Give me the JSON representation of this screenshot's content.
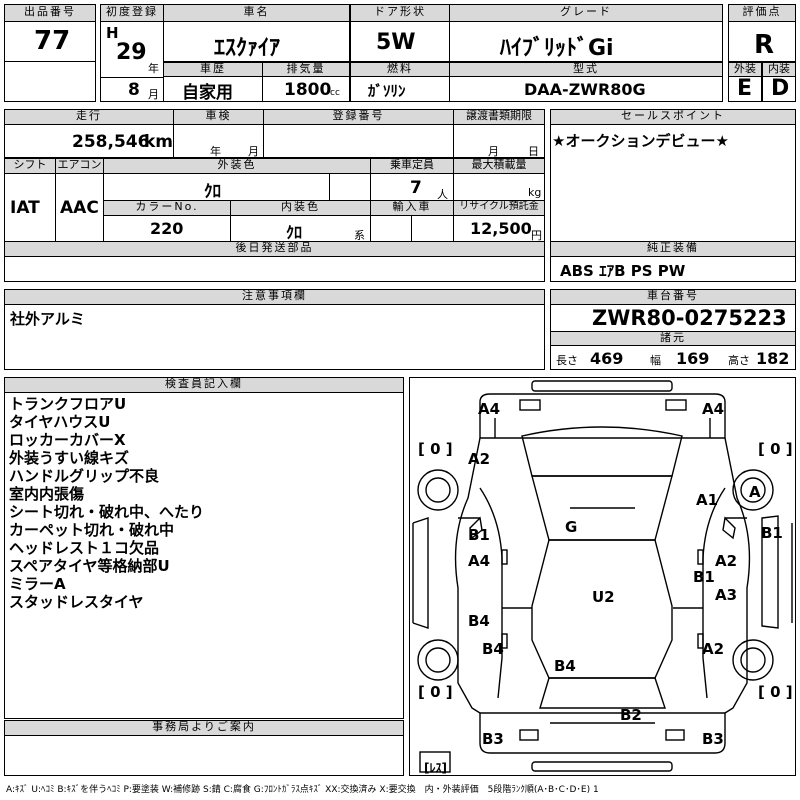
{
  "header": {
    "lot_no_label": "出品番号",
    "lot_no": "77",
    "first_reg_label": "初度登録",
    "era": "H",
    "year": "29",
    "year_unit": "年",
    "month": "8",
    "month_unit": "月",
    "car_name_label": "車名",
    "car_name": "ｴｽｸｧｲｱ",
    "history_label": "車歴",
    "history": "自家用",
    "displacement_label": "排気量",
    "displacement": "1800",
    "displacement_unit": "cc",
    "door_label": "ドア形状",
    "door": "5W",
    "fuel_label": "燃料",
    "fuel": "ｶﾞｿﾘﾝ",
    "grade_label": "グレード",
    "grade": "ﾊｲﾌﾞﾘｯﾄﾞGi",
    "model_label": "型式",
    "model": "DAA-ZWR80G",
    "score_label": "評価点",
    "score": "R",
    "exterior_label": "外装",
    "exterior": "E",
    "interior_label": "内装",
    "interior": "D"
  },
  "details": {
    "mileage_label": "走行",
    "mileage": "258,546",
    "mileage_unit": "km",
    "inspection_label": "車検",
    "year_unit": "年",
    "month_unit": "月",
    "reg_no_label": "登録番号",
    "transfer_label": "譲渡書類期限",
    "day_unit": "日",
    "shift_label": "シフト",
    "shift": "IAT",
    "ac_label": "エアコン",
    "ac": "AAC",
    "ext_color_label": "外装色",
    "ext_color": "ｸﾛ",
    "color_no_label": "カラーNo.",
    "color_no": "220",
    "int_color_label": "内装色",
    "int_color": "ｸﾛ",
    "int_color_unit": "系",
    "capacity_label": "乗車定員",
    "capacity": "7",
    "capacity_unit": "人",
    "max_load_label": "最大積載量",
    "max_load_unit": "kg",
    "import_label": "輸入車",
    "recycle_label": "リサイクル預託金",
    "recycle": "12,500",
    "recycle_unit": "円",
    "later_parts_label": "後日発送部品",
    "sales_point_label": "セールスポイント",
    "sales_point": "★オークションデビュー★",
    "equipment_label": "純正装備",
    "equipment": "ABS ｴｱB PS PW"
  },
  "notes": {
    "label": "注意事項欄",
    "text": "社外アルミ"
  },
  "chassis": {
    "label": "車台番号",
    "number": "ZWR80-0275223",
    "specs_label": "諸元",
    "length_label": "長さ",
    "length": "469",
    "width_label": "幅",
    "width": "169",
    "height_label": "高さ",
    "height": "182"
  },
  "inspector": {
    "label": "検査員記入欄",
    "lines": [
      "トランクフロアU",
      "タイヤハウスU",
      "ロッカーカバーX",
      "外装うすい線キズ",
      "ハンドルグリップ不良",
      "室内内張傷",
      "シート切れ・破れ中、へたり",
      "カーペット切れ・破れ中",
      "ヘッドレスト１コ欠品",
      "スペアタイヤ等格納部U",
      "ミラーA",
      "スタッドレスタイヤ"
    ]
  },
  "diagram": {
    "marks": {
      "a4_tl": "A4",
      "a4_tr": "A4",
      "a2_l": "A2",
      "a_r": "A",
      "a1_r": "A1",
      "b1_l": "B1",
      "b1_r": "B1",
      "g": "G",
      "a4_l": "A4",
      "a2_r": "A2",
      "b1_c": "B1",
      "a3_r": "A3",
      "u2": "U2",
      "b4_l1": "B4",
      "b4_l2": "B4",
      "b4_c": "B4",
      "a2_r2": "A2",
      "b2": "B2",
      "b3_l": "B3",
      "b3_r": "B3"
    },
    "tire_tl": "[ 0 ]",
    "tire_tr": "[ 0 ]",
    "tire_bl": "[ 0 ]",
    "tire_br": "[ 0 ]",
    "spare": "[ﾚｽ]"
  },
  "office": {
    "label": "事務局よりご案内"
  },
  "legend": "A:ｷｽﾞ U:ﾍｺﾐ B:ｷｽﾞを伴うﾍｺﾐ P:要塗装 W:補修跡 S:錆 C:腐食 G:ﾌﾛﾝﾄｶﾞﾗｽ点ｷｽﾞ XX:交換済み X:要交換　内・外装評価　5段階ﾗﾝｸ順(A･B･C･D･E) 1"
}
